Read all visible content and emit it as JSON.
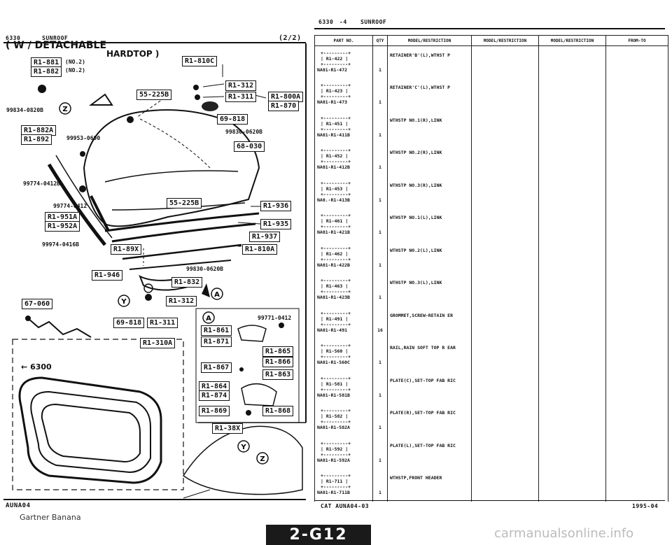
{
  "left_header": {
    "code": "6330",
    "title": "SUNROOF",
    "page": "(2/2)"
  },
  "right_header": {
    "code": "6330",
    "dash": "-4",
    "title": "SUNROOF"
  },
  "diagram": {
    "heading": "( W / DETACHABLE",
    "subheading": "HARDTOP )",
    "no2_a": "(NO.2)",
    "no2_b": "(NO.2)",
    "ref_boxes": [
      {
        "label": "R1-881",
        "id": "ref-r1-881"
      },
      {
        "label": "R1-882",
        "id": "ref-r1-882"
      },
      {
        "label": "R1-810C",
        "id": "ref-r1-810c"
      },
      {
        "label": "R1-312",
        "id": "ref-r1-312-a"
      },
      {
        "label": "R1-311",
        "id": "ref-r1-311-a"
      },
      {
        "label": "R1-800A",
        "id": "ref-r1-800a"
      },
      {
        "label": "R1-870",
        "id": "ref-r1-870"
      },
      {
        "label": "55-225B",
        "id": "ref-55-225b-a"
      },
      {
        "label": "69-818",
        "id": "ref-69-818-a"
      },
      {
        "label": "R1-882A",
        "id": "ref-r1-882a"
      },
      {
        "label": "R1-892",
        "id": "ref-r1-892"
      },
      {
        "label": "68-030",
        "id": "ref-68-030"
      },
      {
        "label": "55-225B",
        "id": "ref-55-225b-b"
      },
      {
        "label": "R1-936",
        "id": "ref-r1-936"
      },
      {
        "label": "R1-951A",
        "id": "ref-r1-951a"
      },
      {
        "label": "R1-952A",
        "id": "ref-r1-952a"
      },
      {
        "label": "R1-935",
        "id": "ref-r1-935"
      },
      {
        "label": "R1-937",
        "id": "ref-r1-937"
      },
      {
        "label": "R1-89X",
        "id": "ref-r1-89x"
      },
      {
        "label": "R1-810A",
        "id": "ref-r1-810a"
      },
      {
        "label": "R1-946",
        "id": "ref-r1-946"
      },
      {
        "label": "R1-832",
        "id": "ref-r1-832"
      },
      {
        "label": "67-060",
        "id": "ref-67-060"
      },
      {
        "label": "R1-312",
        "id": "ref-r1-312-b"
      },
      {
        "label": "69-818",
        "id": "ref-69-818-b"
      },
      {
        "label": "R1-311",
        "id": "ref-r1-311-b"
      },
      {
        "label": "R1-310A",
        "id": "ref-r1-310a"
      },
      {
        "label": "R1-861",
        "id": "ref-r1-861"
      },
      {
        "label": "R1-871",
        "id": "ref-r1-871"
      },
      {
        "label": "R1-865",
        "id": "ref-r1-865"
      },
      {
        "label": "R1-866",
        "id": "ref-r1-866"
      },
      {
        "label": "R1-867",
        "id": "ref-r1-867"
      },
      {
        "label": "R1-863",
        "id": "ref-r1-863"
      },
      {
        "label": "R1-864",
        "id": "ref-r1-864"
      },
      {
        "label": "R1-874",
        "id": "ref-r1-874"
      },
      {
        "label": "R1-869",
        "id": "ref-r1-869"
      },
      {
        "label": "R1-868",
        "id": "ref-r1-868"
      },
      {
        "label": "R1-38X",
        "id": "ref-r1-38x"
      }
    ],
    "part_numbers": {
      "p1": "99834-0820B",
      "p2": "99953-0600",
      "p3": "99830-0620B",
      "p4": "99774-0412B",
      "p5": "99774-0412",
      "p6": "99974-0416B",
      "p7": "99830-0620B",
      "p8": "99771-0412"
    },
    "ref_6300": "6300",
    "ref_arrow": "←",
    "circle_z": "Z",
    "circle_y": "Y",
    "circle_a": "A"
  },
  "table": {
    "headers": [
      "PART NO.",
      "QTY",
      "MODEL/RESTRICTION",
      "MODEL/RESTRICTION",
      "MODEL/RESTRICTION",
      "FROM-TO"
    ],
    "rows": [
      {
        "ref": "R1-422",
        "part": "NA01-R1-472",
        "qty": "1",
        "desc": "RETAINER'B'(L),WTHST P"
      },
      {
        "ref": "R1-423",
        "part": "NA01-R1-473",
        "qty": "1",
        "desc": "RETAINER'C'(L),WTHST P"
      },
      {
        "ref": "R1-451",
        "part": "NA01-R1-411B",
        "qty": "1",
        "desc": "WTHSTP NO.1(R),LINK"
      },
      {
        "ref": "R1-452",
        "part": "NA01-R1-412B",
        "qty": "1",
        "desc": "WTHSTP NO.2(R),LINK"
      },
      {
        "ref": "R1-453",
        "part": "NA0.-R1-413B",
        "qty": "1",
        "desc": "WTHSTP NO.3(R),LINK"
      },
      {
        "ref": "R1-461",
        "part": "NA01-R1-421B",
        "qty": "1",
        "desc": "WTHSTP NO.1(L),LINK"
      },
      {
        "ref": "R1-462",
        "part": "NA01-R1-422B",
        "qty": "1",
        "desc": "WTHSTP NO.2(L),LINK"
      },
      {
        "ref": "R1-463",
        "part": "NA01-R1-423B",
        "qty": "1",
        "desc": "WTHSTP NO.3(L),LINK"
      },
      {
        "ref": "R1-491",
        "part": "NA01-R1-491",
        "qty": "16",
        "desc": "GROMMET,SCREW-RETAIN ER"
      },
      {
        "ref": "R1-560",
        "part": "NA01-R1-560C",
        "qty": "1",
        "desc": "RAIL,RAIN SOFT TOP R EAR"
      },
      {
        "ref": "R1-581",
        "part": "NA01-R1-581B",
        "qty": "1",
        "desc": "PLATE(C),SET-TOP FAB RIC"
      },
      {
        "ref": "R1-582",
        "part": "NA01-R1-582A",
        "qty": "1",
        "desc": "PLATE(R),SET-TOP FAB RIC"
      },
      {
        "ref": "R1-592",
        "part": "NA01-R1-592A",
        "qty": "1",
        "desc": "PLATE(L),SET-TOP FAB RIC"
      },
      {
        "ref": "R1-711",
        "part": "NA01-R1-711B",
        "qty": "1",
        "desc": "WTHSTP,FRONT HEADER"
      }
    ]
  },
  "footer": {
    "left_code": "AUNA04",
    "watermark": "Gartner Banana",
    "cat": "CAT  AUNA04-03",
    "date": "1995-04",
    "page_tab": "2-G12",
    "site": "carmanualsonline.info"
  }
}
